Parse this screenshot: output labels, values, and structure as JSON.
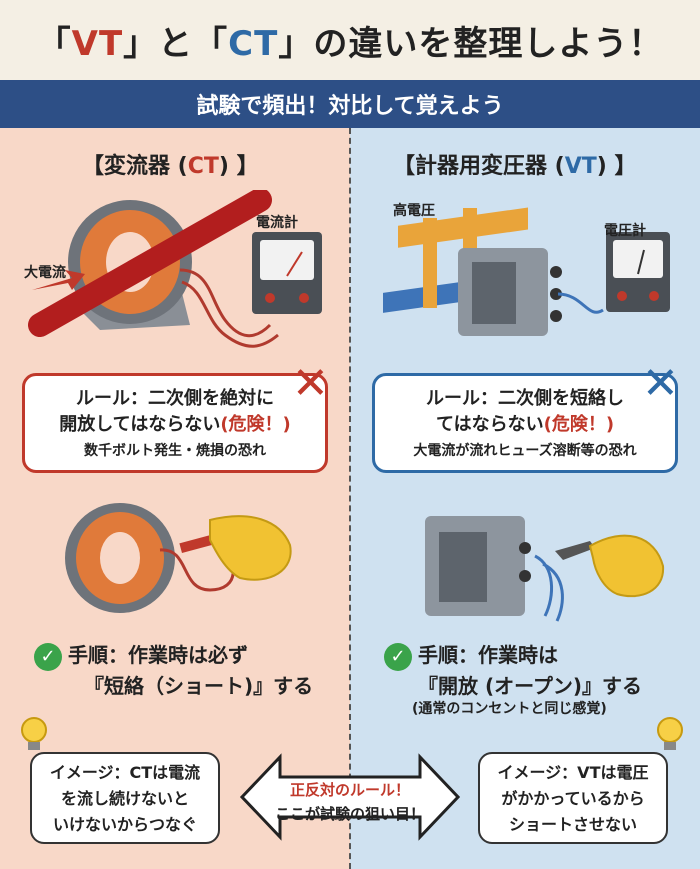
{
  "title": {
    "open1": "「",
    "vt": "VT",
    "close1": "」と「",
    "ct": "CT",
    "close2": "」の違いを整理しよう！"
  },
  "subtitle": "試験で頻出！対比して覚えよう",
  "left": {
    "heading_a": "【変流器 (",
    "heading_acc": "CT",
    "heading_b": ") 】",
    "label_current": "大電流",
    "label_meter": "電流計",
    "rule": {
      "line1": "ルール：二次側を絶対に",
      "line2a": "開放してはならない",
      "line2b": "(危険！)",
      "note": "数千ボルト発生・焼損の恐れ"
    },
    "step": {
      "line1": "手順：作業時は必ず",
      "line2": "『短絡（ショート)』する"
    },
    "image": {
      "line1": "イメージ：CTは電流",
      "line2": "を流し続けないと",
      "line3": "いけないからつなぐ"
    }
  },
  "right": {
    "heading_a": "【計器用変圧器 (",
    "heading_acc": "VT",
    "heading_b": ") 】",
    "label_voltage": "高電圧",
    "label_meter": "電圧計",
    "rule": {
      "line1": "ルール：二次側を短絡し",
      "line2a": "てはならない",
      "line2b": "(危険！)",
      "note": "大電流が流れヒューズ溶断等の恐れ"
    },
    "step": {
      "line1": "手順：作業時は",
      "line2": "『開放 (オープン)』する",
      "note": "(通常のコンセントと同じ感覚)"
    },
    "image": {
      "line1": "イメージ：VTは電圧",
      "line2": "がかかっているから",
      "line3": "ショートさせない"
    }
  },
  "center": {
    "line1": "正反対のルール！",
    "line2": "ここが試験の狙い目！"
  },
  "colors": {
    "red": "#c0392b",
    "blue": "#2e6aa6",
    "left_bg": "#f8d8c8",
    "right_bg": "#cfe1f0",
    "header": "#2d4f86"
  }
}
